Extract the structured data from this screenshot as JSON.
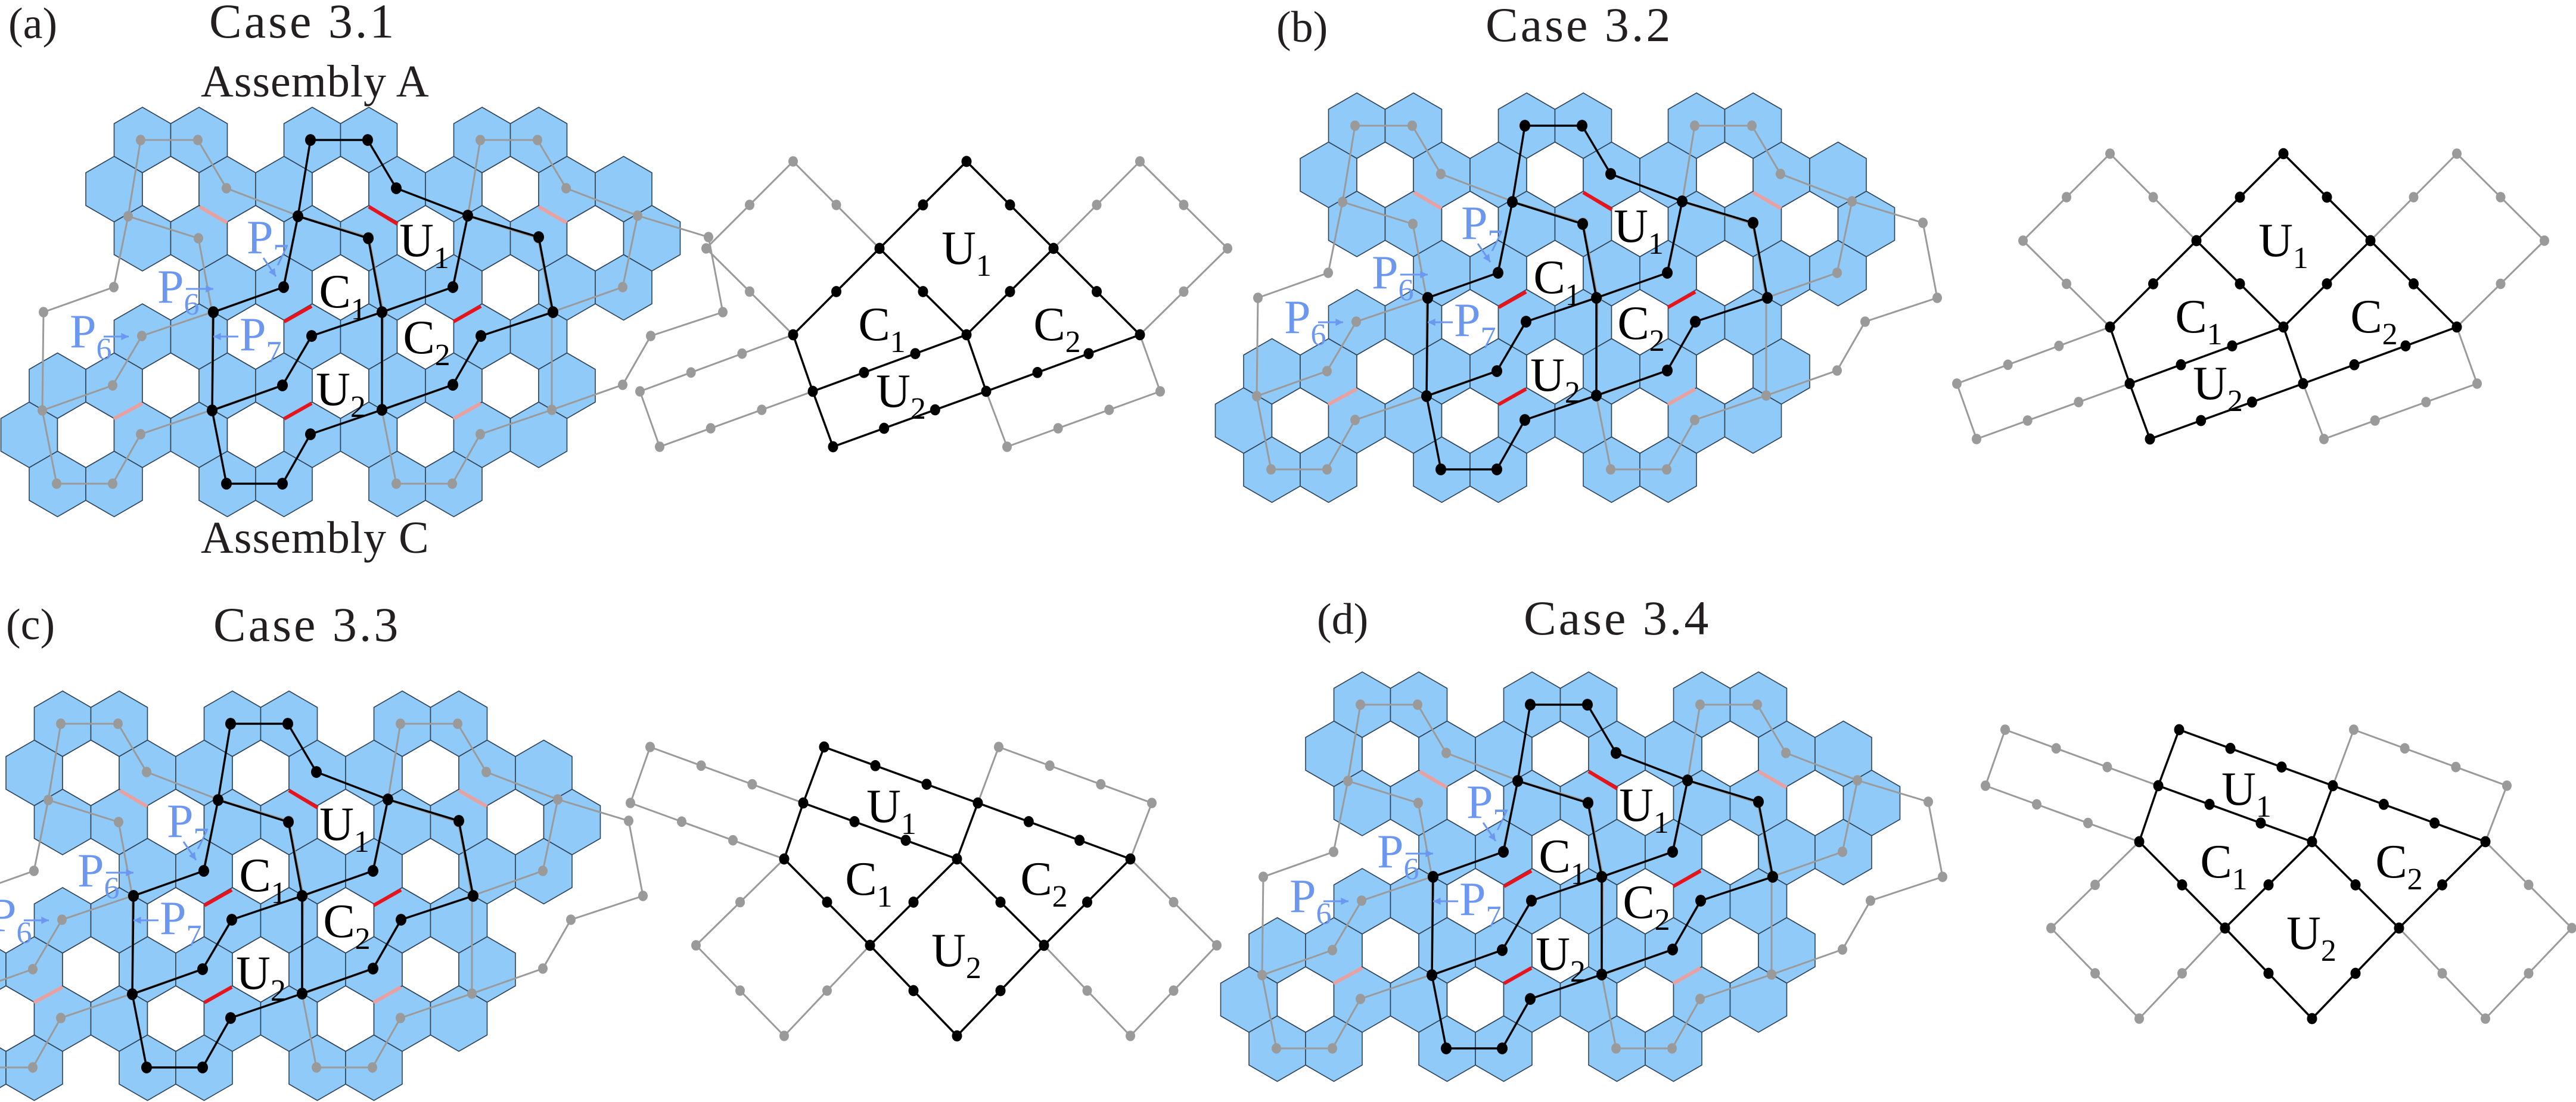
{
  "panels": [
    {
      "id": "a",
      "label": "(a)",
      "title": "Case 3.1",
      "assembly_top": "Assembly  A",
      "assembly_bottom": "Assembly  C"
    },
    {
      "id": "b",
      "label": "(b)",
      "title": "Case 3.2"
    },
    {
      "id": "c",
      "label": "(c)",
      "title": "Case 3.3"
    },
    {
      "id": "d",
      "label": "(d)",
      "title": "Case 3.4"
    }
  ],
  "cells": {
    "U1": {
      "main": "U",
      "sub": "1"
    },
    "C1": {
      "main": "C",
      "sub": "1"
    },
    "C2": {
      "main": "C",
      "sub": "2"
    },
    "U2": {
      "main": "U",
      "sub": "2"
    }
  },
  "sites": {
    "P6": {
      "main": "P",
      "sub": "6"
    },
    "P7": {
      "main": "P",
      "sub": "7"
    }
  },
  "colors": {
    "hex_fill": "#90caf9",
    "hex_stroke": "#2f4356",
    "graph_black": "#000000",
    "graph_gray": "#9a9a9a",
    "bond_red": "#e8141c",
    "bond_pink": "#e9a0a0",
    "site_blue": "#6b97f0"
  }
}
